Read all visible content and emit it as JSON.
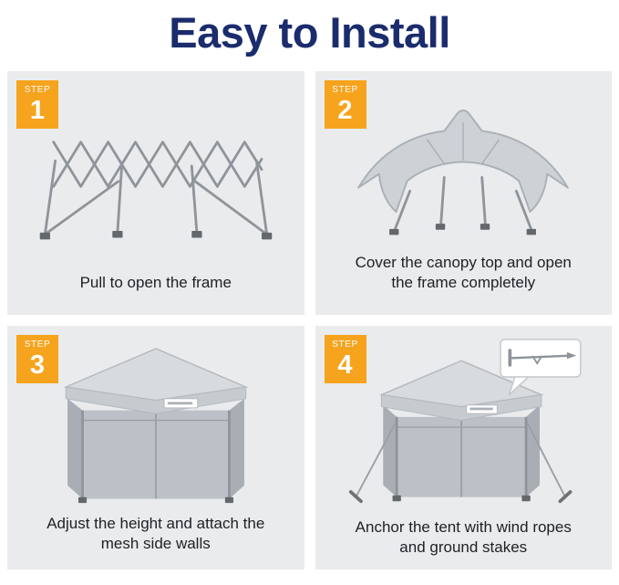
{
  "title": "Easy to Install",
  "steps": [
    {
      "label": "STEP",
      "number": "1",
      "caption": "Pull to open the frame"
    },
    {
      "label": "STEP",
      "number": "2",
      "caption": "Cover the canopy top and open the frame completely"
    },
    {
      "label": "STEP",
      "number": "3",
      "caption": "Adjust the height and attach the mesh side walls"
    },
    {
      "label": "STEP",
      "number": "4",
      "caption": "Anchor the tent with wind ropes and ground stakes"
    }
  ],
  "icons": {
    "step1": "folded-frame-icon",
    "step2": "canopy-top-icon",
    "step3": "mesh-wall-tent-icon",
    "step4": "anchored-tent-icon",
    "step4_callout": "ground-stake-icon"
  },
  "colors": {
    "title": "#1b2c6d",
    "badge": "#f6a31d",
    "panel_background": "#e9ebec",
    "caption_text": "#1d2126"
  }
}
